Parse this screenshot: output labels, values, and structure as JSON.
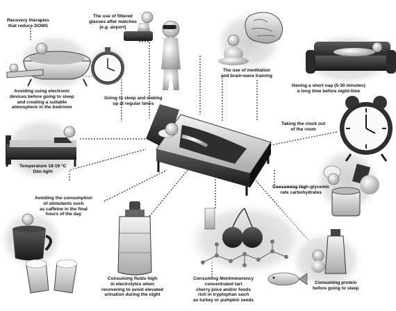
{
  "labels": {
    "recovery": [
      "Recovery therapies",
      "that reduce DOMS"
    ],
    "glasses": [
      "The use of filtered",
      "glasses after matches",
      "(e.g. airport)"
    ],
    "meditation": [
      "The use of meditation",
      "and brain-wave training"
    ],
    "nap": [
      "Having a short nap (5-30 minutes)",
      "a long  time before night-time"
    ],
    "devices": [
      "Avoiding using electronic",
      "devices before going to sleep",
      "and creating a suitable",
      "atmosphere in the bedroom"
    ],
    "schedule": [
      "Going to sleep and waking",
      "up at regular times"
    ],
    "clock": [
      "Taking the clock out",
      "of the room"
    ],
    "temperature": [
      "Temperature 18-19 °C",
      "Dim light"
    ],
    "carbs": [
      "Consuming high-glycemic",
      "rate carbohydrates"
    ],
    "stimulants": [
      "Avoiding the consumption",
      "of stimulants such",
      "as caffeine in the final",
      "hours of the day"
    ],
    "fluids": [
      "Consuming fluids high",
      "in electrolytes when",
      "recovering to avoid elevated",
      "urination during the night"
    ],
    "cherry": [
      "Consuming Montmmorency",
      "concentrated tart",
      "cherry juice and/or foods",
      "rich in tryptophan such",
      "as turkey or pumpkin seeds"
    ],
    "protein": [
      "Consuming protein",
      "before going to sleep"
    ]
  },
  "icons": [
    "bathtub-icon",
    "sunglasses-figure-icon",
    "brain-meditation-icon",
    "sofa-nap-icon",
    "laptop-bed-icon",
    "stopwatch-icon",
    "alarm-clock-icon",
    "central-bed-icon",
    "cook-pot-icon",
    "coffee-cup-icon",
    "beer-mugs-icon",
    "water-bottle-icon",
    "cherries-molecule-icon",
    "fish-icon",
    "milk-bottle-icon"
  ]
}
